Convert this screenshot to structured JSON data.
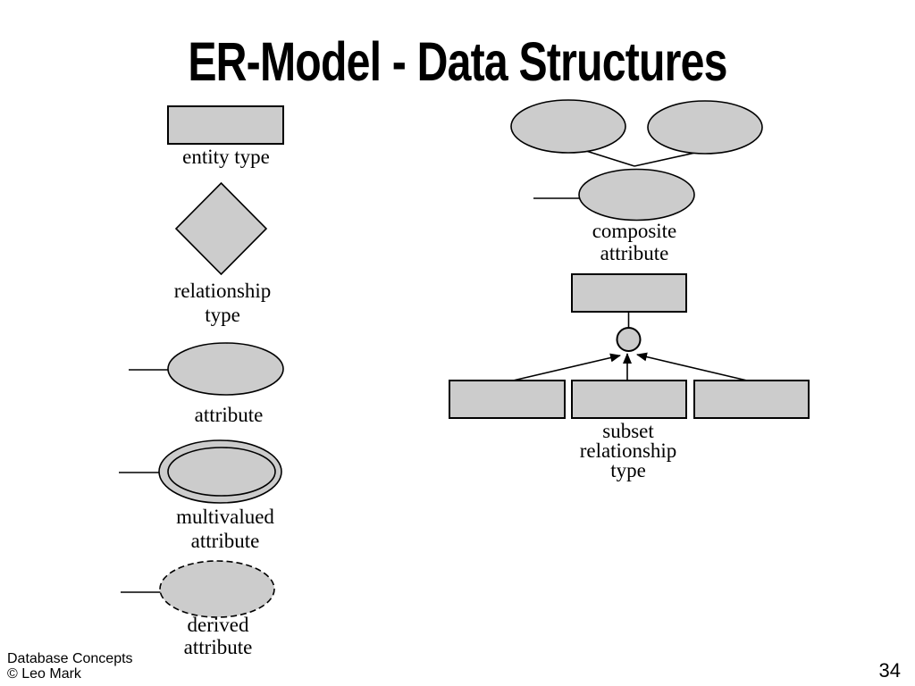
{
  "slide": {
    "title": "ER-Model - Data Structures",
    "footer": {
      "line1": "Database Concepts",
      "line2": "© Leo Mark"
    },
    "page_number": "34"
  },
  "labels": {
    "entity_type": [
      "entity type"
    ],
    "relationship_type": [
      "relationship",
      "type"
    ],
    "attribute": [
      "attribute"
    ],
    "multivalued_attribute": [
      "multivalued",
      "attribute"
    ],
    "derived_attribute": [
      "derived",
      "attribute"
    ],
    "composite_attribute": [
      "composite",
      "attribute"
    ],
    "subset_relationship_type": [
      "subset",
      "relationship",
      "type"
    ]
  },
  "colors": {
    "background": "#ffffff",
    "shape_fill": "#cccccc",
    "shape_stroke": "#000000",
    "text": "#000000"
  }
}
